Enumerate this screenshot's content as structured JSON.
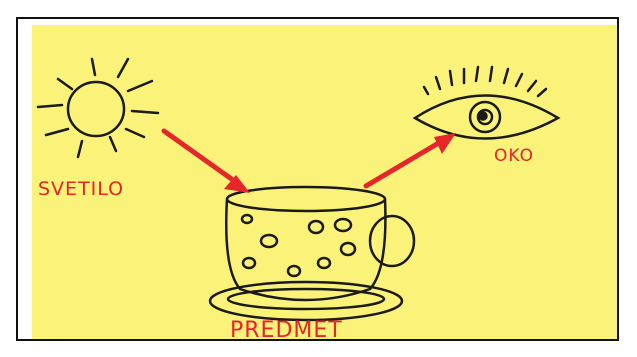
{
  "diagram": {
    "colors": {
      "paper": "#fbf27a",
      "ink": "#1a1a1a",
      "arrow": "#e5262a",
      "frame": "#111111"
    },
    "labels": {
      "light_source": "SVETILO",
      "object": "PREDMET",
      "eye": "OKO"
    },
    "icons": [
      "sun-icon",
      "cup-icon",
      "eye-icon"
    ]
  }
}
